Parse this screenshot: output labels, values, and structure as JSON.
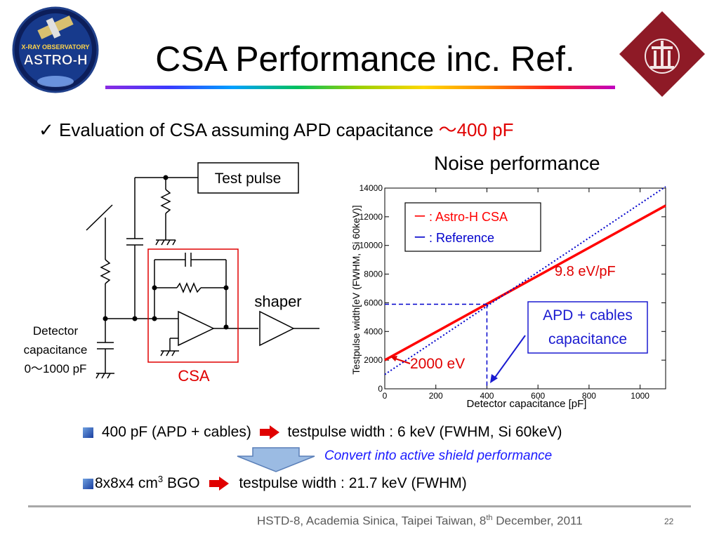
{
  "slide": {
    "title": "CSA Performance inc. Ref.",
    "logo_left": "X-RAY OBSERVATORY ASTRO-H",
    "logo_right": "university-seal",
    "bullet_check": "✓",
    "bullet_text": "Evaluation of CSA assuming APD capacitance ",
    "bullet_value": "～400 pF"
  },
  "circuit": {
    "test_pulse_label": "Test pulse",
    "shaper_label": "shaper",
    "csa_label": "CSA",
    "detector_line1": "Detector",
    "detector_line2": "capacitance",
    "detector_line3": "0～1000 pF"
  },
  "chart_data": {
    "type": "line",
    "title": "Noise performance",
    "xlabel": "Detector capacitance [pF]",
    "ylabel": "Testpulse width[eV (FWHM, Si 60keV)]",
    "xlim": [
      0,
      1100
    ],
    "ylim": [
      0,
      14000
    ],
    "x_ticks": [
      0,
      200,
      400,
      600,
      800,
      1000
    ],
    "y_ticks": [
      0,
      2000,
      4000,
      6000,
      8000,
      10000,
      12000,
      14000
    ],
    "series": [
      {
        "name": ": Astro-H CSA",
        "color": "#ff0000",
        "style": "solid",
        "x": [
          0,
          1100
        ],
        "y": [
          2000,
          12780
        ]
      },
      {
        "name": ": Reference",
        "color": "#0000cc",
        "style": "dotted",
        "x": [
          0,
          1100
        ],
        "y": [
          1000,
          14100
        ]
      }
    ],
    "legend": {
      "items": [
        {
          "marker": "ー",
          "label": ": Astro-H CSA",
          "color": "#ff0000"
        },
        {
          "marker": "ー",
          "label": ": Reference",
          "color": "#0000cc"
        }
      ],
      "position": "top-left"
    },
    "annotations": {
      "slope": "9.8 eV/pF",
      "intercept": "2000 eV",
      "apd_box_line1": "APD + cables",
      "apd_box_line2": "capacitance"
    },
    "reference_point": {
      "x": 400,
      "y": 5900
    },
    "grid": false
  },
  "results": {
    "row1_text": "400 pF (APD + cables)",
    "row1_result": "testpulse width : 6 keV (FWHM, Si 60keV)",
    "convert_text": "Convert into active shield performance",
    "row2_prefix": "8x8x4 cm",
    "row2_sup": "3",
    "row2_suffix": " BGO",
    "row2_result": "testpulse width : 21.7 keV (FWHM)"
  },
  "footer": {
    "text_before": "HSTD-8, Academia Sinica, Taipei Taiwan, 8",
    "text_sup": "th",
    "text_after": " December, 2011",
    "page_number": "22"
  }
}
